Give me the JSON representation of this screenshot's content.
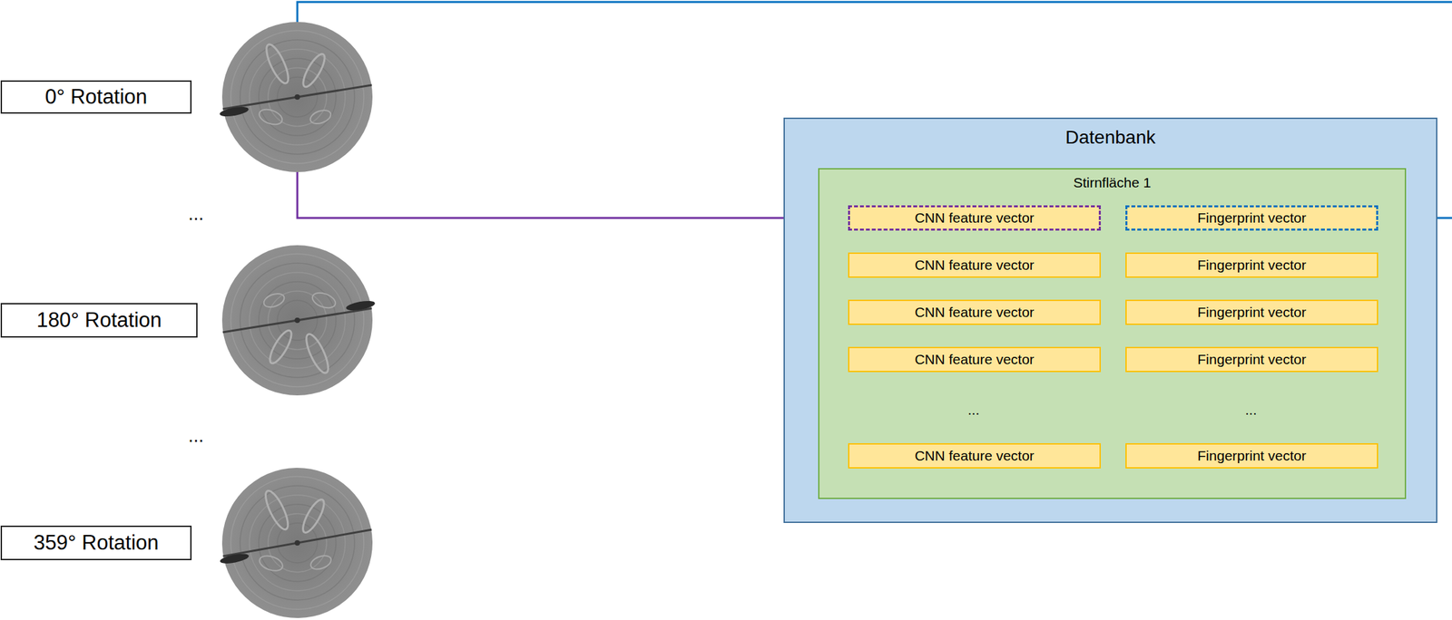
{
  "diagram": {
    "nodes": [
      {
        "text": [
          "0° Rotation"
        ]
      },
      {
        "text": [
          "180° Rotation"
        ]
      },
      {
        "text": [
          "359° Rotation"
        ]
      },
      {
        "text": [
          "Datenbank"
        ]
      },
      {
        "text": [
          "Stirnfläche 1"
        ],
        "in": 3
      },
      {
        "text": [
          "CNN feature vector"
        ],
        "in": 4
      },
      {
        "text": [
          "Fingerprint vector"
        ],
        "in": 4
      },
      {
        "text": [
          "CNN feature vector"
        ],
        "in": 4
      },
      {
        "text": [
          "Fingerprint vector"
        ],
        "in": 4
      },
      {
        "text": [
          "CNN feature vector"
        ],
        "in": 4
      },
      {
        "text": [
          "Fingerprint vector"
        ],
        "in": 4
      },
      {
        "text": [
          "CNN feature vector"
        ],
        "in": 4
      },
      {
        "text": [
          "Fingerprint vector"
        ],
        "in": 4
      },
      {
        "text": [
          "CNN feature vector"
        ],
        "in": 4
      },
      {
        "text": [
          "Fingerprint vector"
        ],
        "in": 4
      }
    ],
    "labels": [
      "...",
      "...",
      "...",
      "..."
    ]
  }
}
